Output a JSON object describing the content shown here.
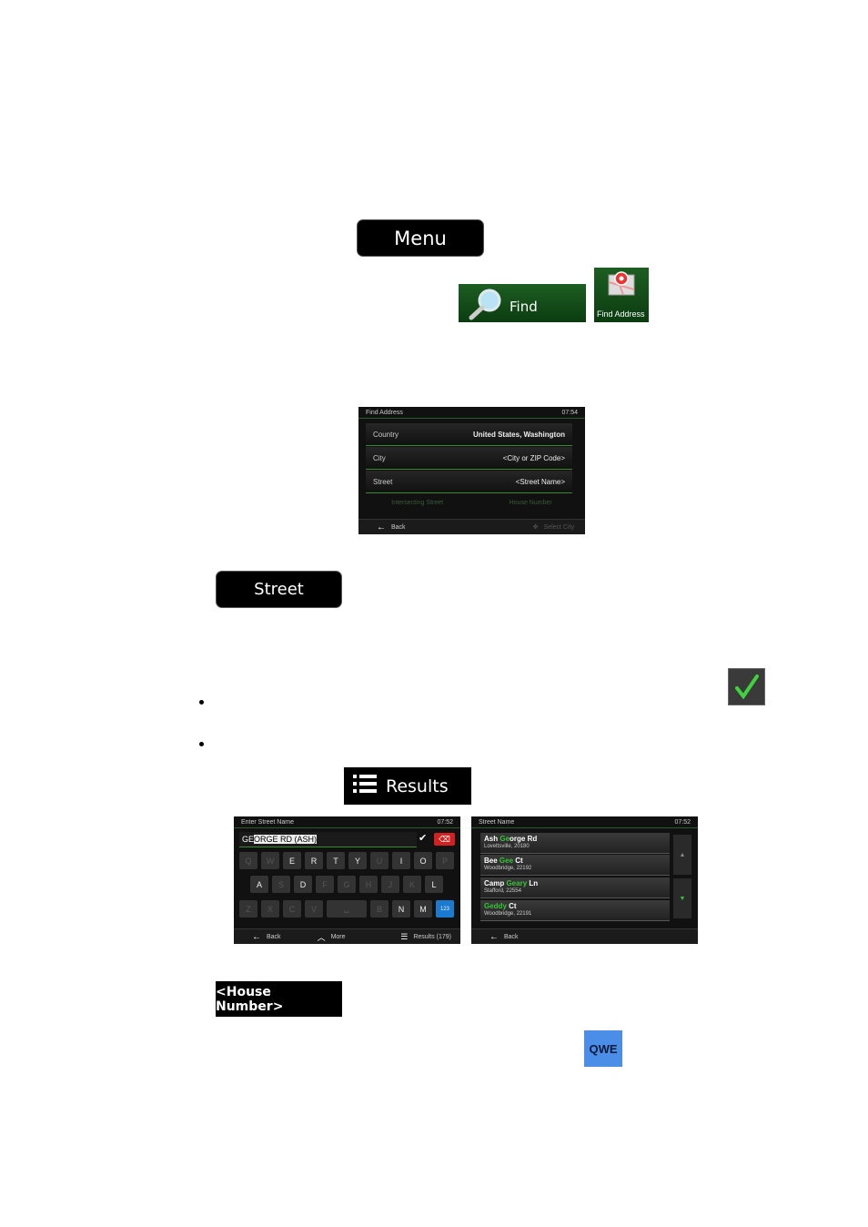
{
  "buttons": {
    "menu": "Menu",
    "find": "Find",
    "find_address": "Find Address",
    "street": "Street",
    "results": "Results",
    "house_number": "<House Number>",
    "qwe": "QWE"
  },
  "find_address_screen": {
    "title": "Find Address",
    "time": "07:54",
    "rows": [
      {
        "label": "Country",
        "value": "United States, Washington"
      },
      {
        "label": "City",
        "value": "<City or ZIP Code>"
      },
      {
        "label": "Street",
        "value": "<Street Name>"
      }
    ],
    "disabled_left": "Intersecting Street",
    "disabled_right": "House Number",
    "back": "Back",
    "select_city": "Select City"
  },
  "street_entry_screen": {
    "title": "Enter Street Name",
    "time": "07:52",
    "typed": "GE",
    "suggestion": "ORGE RD (ASH)",
    "keys_row1": [
      "Q",
      "W",
      "E",
      "R",
      "T",
      "Y",
      "U",
      "I",
      "O",
      "P"
    ],
    "keys_row2": [
      "A",
      "S",
      "D",
      "F",
      "G",
      "H",
      "J",
      "K",
      "L"
    ],
    "keys_row3": [
      "Z",
      "X",
      "C",
      "V",
      "␣",
      "B",
      "N",
      "M",
      "123"
    ],
    "back": "Back",
    "more": "More",
    "results": "Results (179)"
  },
  "street_results_screen": {
    "title": "Street Name",
    "time": "07:52",
    "items": [
      {
        "pre": "Ash ",
        "hl": "Ge",
        "post": "orge Rd",
        "addr": "Lovettsville, 20180"
      },
      {
        "pre": "Bee ",
        "hl": "Gee",
        "post": " Ct",
        "addr": "Woodbridge, 22192"
      },
      {
        "pre": "Camp ",
        "hl": "Geary",
        "post": " Ln",
        "addr": "Stafford, 22554"
      },
      {
        "pre": "",
        "hl": "Geddy",
        "post": " Ct",
        "addr": "Woodbridge, 22191"
      }
    ],
    "back": "Back"
  },
  "colors": {
    "accent_green": "#37c437",
    "delete_red": "#d42020",
    "qwe_blue": "#4a8ee8"
  }
}
